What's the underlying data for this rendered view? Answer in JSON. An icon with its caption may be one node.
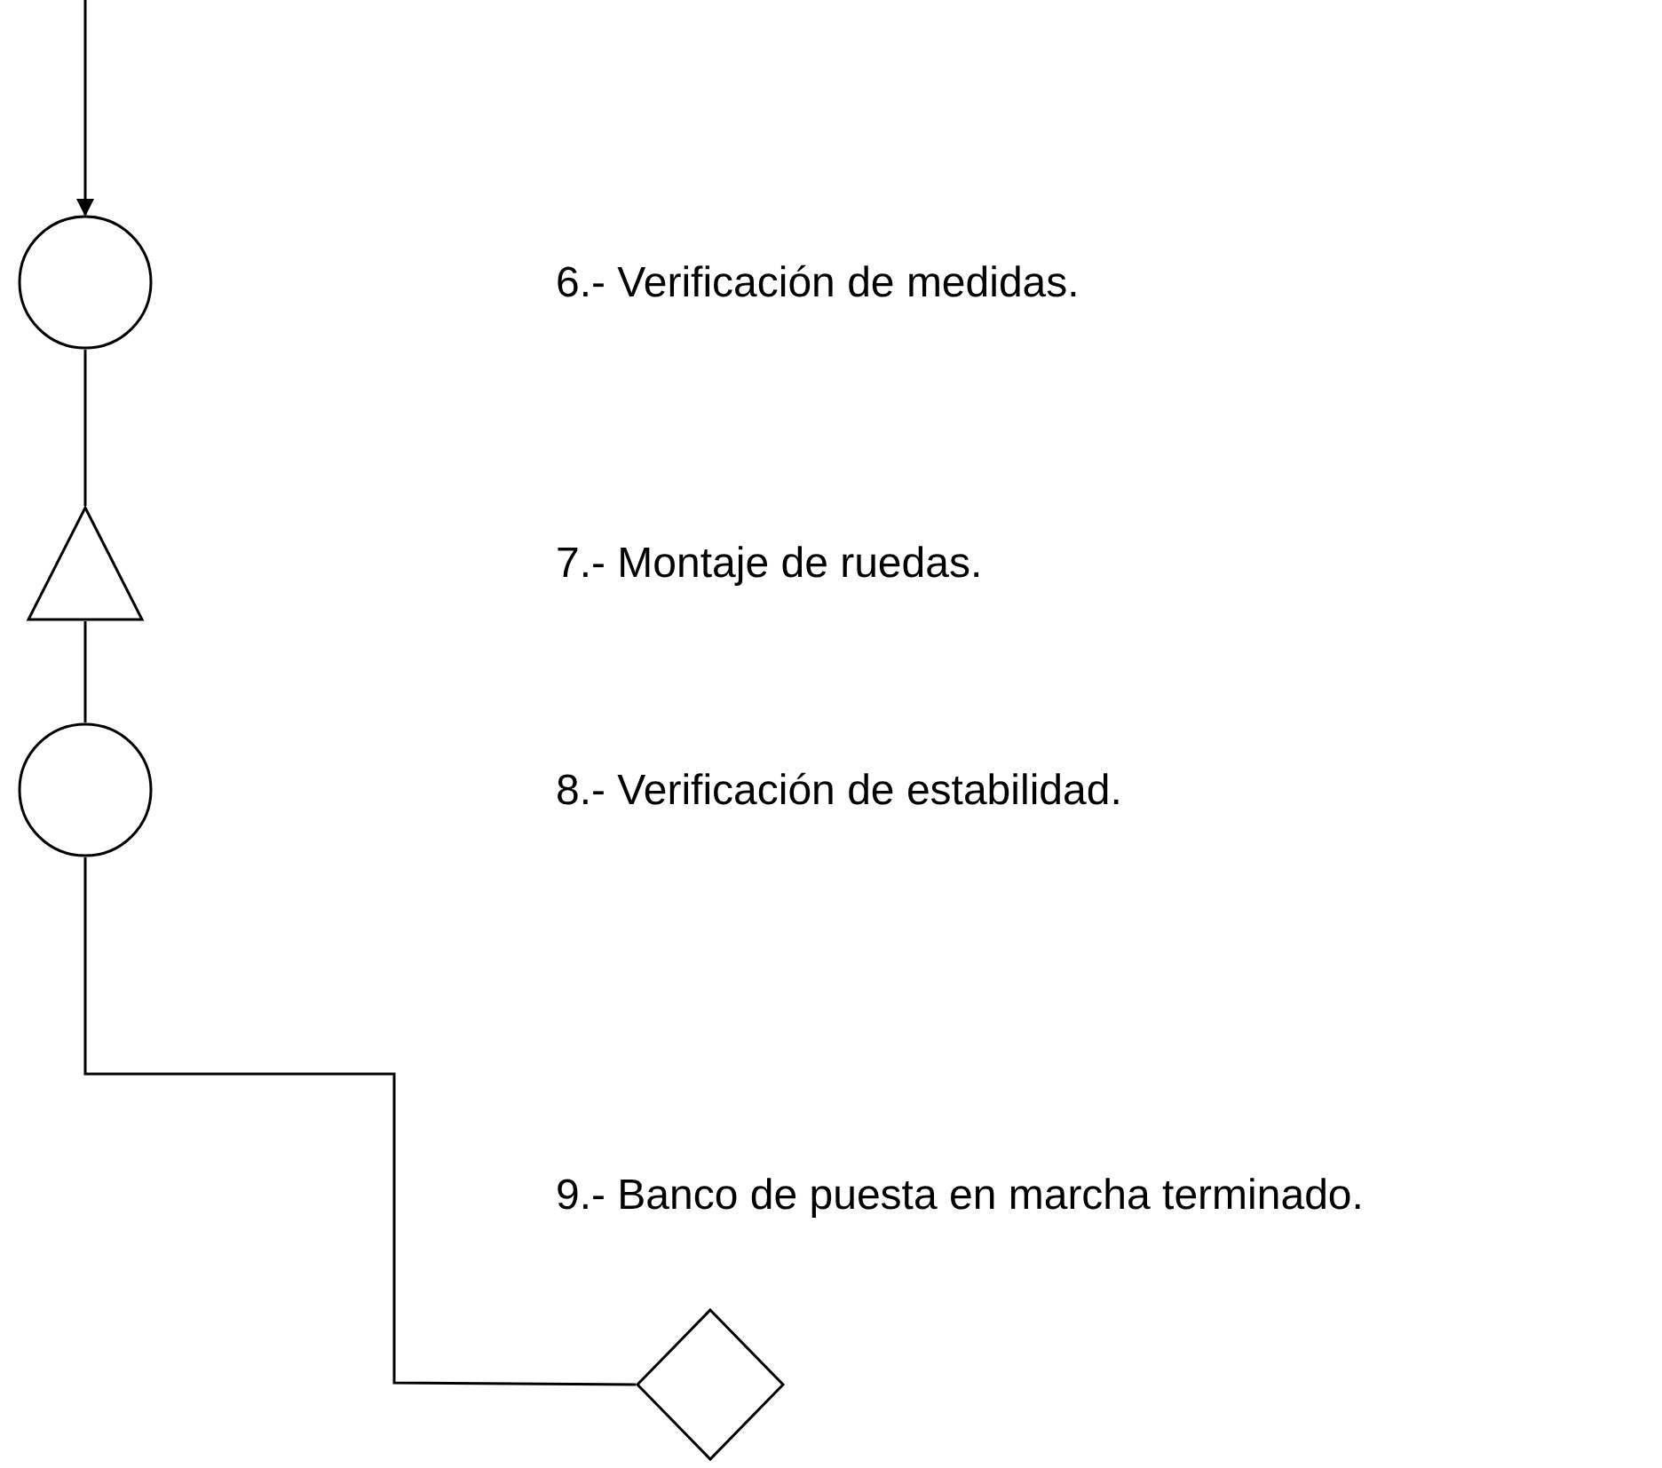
{
  "diagram": {
    "nodes": [
      {
        "text": [],
        "shape": "circle"
      },
      {
        "text": [],
        "shape": "triangle"
      },
      {
        "text": [],
        "shape": "circle"
      },
      {
        "text": [],
        "shape": "diamond"
      }
    ],
    "edges": [
      {
        "from": null,
        "to": 0,
        "arrow": "to"
      },
      {
        "from": 0,
        "to": 1,
        "arrow": "none"
      },
      {
        "from": 1,
        "to": 2,
        "arrow": "none"
      },
      {
        "from": 2,
        "to": 3,
        "arrow": "none"
      }
    ],
    "labels": [
      "6.- Verificación de medidas.",
      "7.- Montaje de ruedas.",
      "8.- Verificación de estabilidad.",
      "9.- Banco de puesta en marcha terminado."
    ]
  }
}
